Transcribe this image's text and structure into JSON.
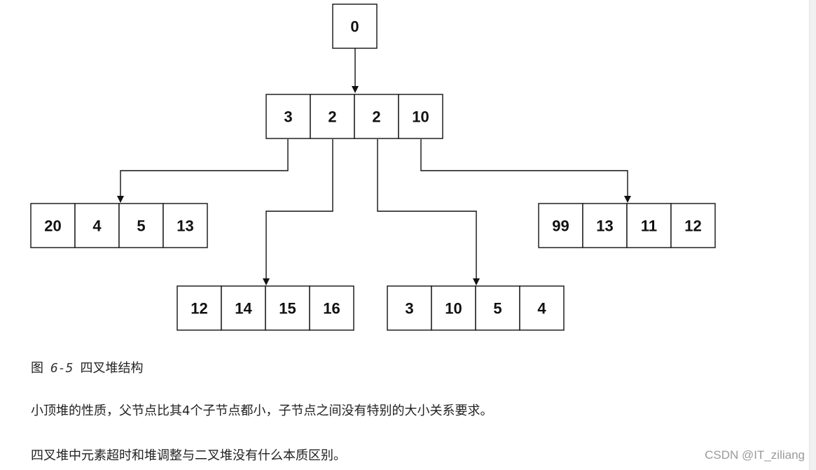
{
  "diagram": {
    "root": [
      "0"
    ],
    "level1": [
      "3",
      "2",
      "2",
      "10"
    ],
    "children": [
      [
        "20",
        "4",
        "5",
        "13"
      ],
      [
        "12",
        "14",
        "15",
        "16"
      ],
      [
        "3",
        "10",
        "5",
        "4"
      ],
      [
        "99",
        "13",
        "11",
        "12"
      ]
    ]
  },
  "caption": {
    "prefix": "图",
    "number": "6-5",
    "title": "四叉堆结构"
  },
  "paragraphs": [
    "小顶堆的性质，父节点比其4个子节点都小，子节点之间没有特别的大小关系要求。",
    "四叉堆中元素超时和堆调整与二叉堆没有什么本质区别。"
  ],
  "watermark": "CSDN @IT_ziliang"
}
